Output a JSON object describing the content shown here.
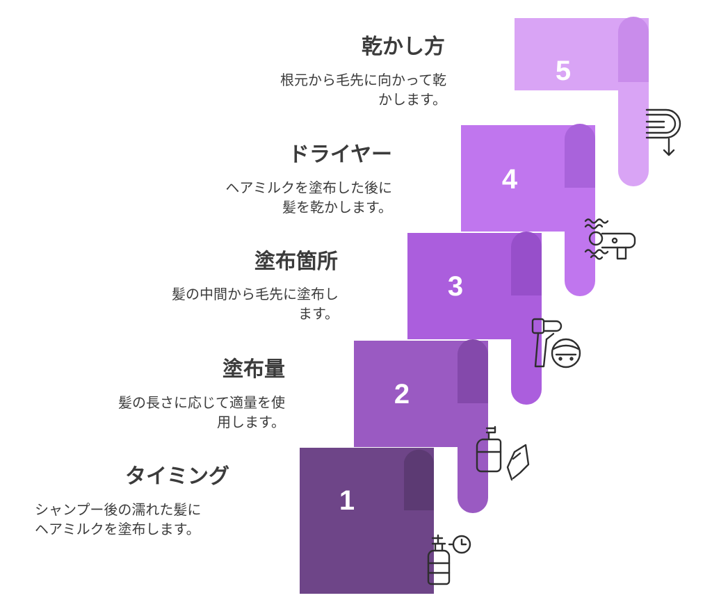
{
  "steps": [
    {
      "number": "1",
      "title": "タイミング",
      "description": "シャンプー後の濡れた髪に\nヘアミルクを塗布します。",
      "color": "#6e4588",
      "fold_color": "#5c3a73",
      "icon": "spray-bottle-clock-icon"
    },
    {
      "number": "2",
      "title": "塗布量",
      "description": "髪の長さに応じて適量を使\n用します。",
      "color": "#9a5ac2",
      "fold_color": "#8449ab",
      "icon": "pump-bottle-hand-icon"
    },
    {
      "number": "3",
      "title": "塗布箇所",
      "description": "髪の中間から毛先に塗布し\nます。",
      "color": "#ab5edd",
      "fold_color": "#974fca",
      "icon": "hair-dryer-head-icon"
    },
    {
      "number": "4",
      "title": "ドライヤー",
      "description": "ヘアミルクを塗布した後に\n髪を乾かします。",
      "color": "#c076ee",
      "fold_color": "#a963db",
      "icon": "hair-dryer-waves-icon"
    },
    {
      "number": "5",
      "title": "乾かし方",
      "description": "根元から毛先に向かって乾\nかします。",
      "color": "#d9a4f5",
      "fold_color": "#c98ceb",
      "icon": "airflow-down-icon"
    }
  ]
}
